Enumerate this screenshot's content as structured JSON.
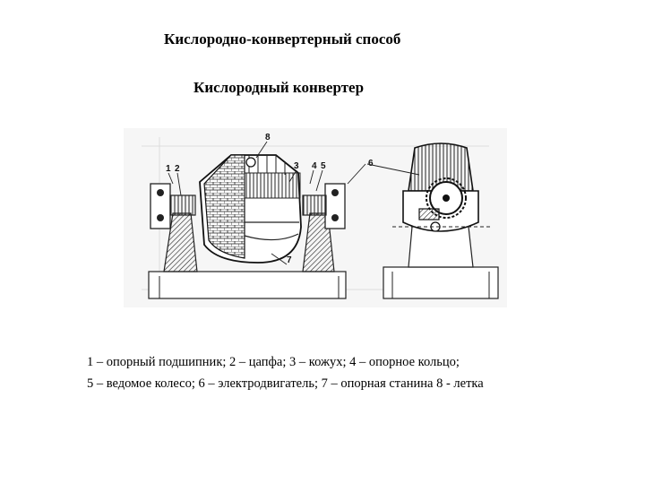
{
  "title": "Кислородно-конвертерный способ",
  "subtitle": "Кислородный конвертер",
  "callouts": [
    "1",
    "2",
    "3",
    "4",
    "5",
    "6",
    "7",
    "8"
  ],
  "legend": {
    "line1": "1 – опорный подшипник;  2 – цапфа;   3 – кожух;  4 – опорное кольцо;",
    "line2": "5 – ведомое колесо;  6 – электродвигатель;  7 – опорная станина  8 - летка"
  }
}
